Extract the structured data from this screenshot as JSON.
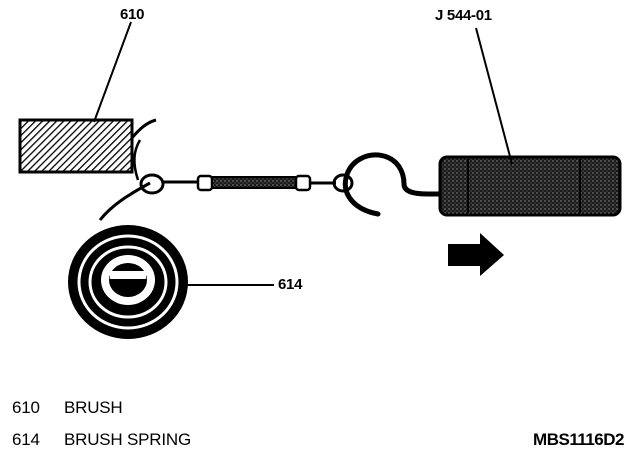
{
  "callouts": {
    "brush": "610",
    "spring": "614",
    "tool": "J 544-01"
  },
  "legend": [
    {
      "number": "610",
      "label": "BRUSH"
    },
    {
      "number": "614",
      "label": "BRUSH SPRING"
    }
  ],
  "figure_id": "MBS1116D2",
  "colors": {
    "ink": "#000000",
    "paper": "#ffffff"
  }
}
